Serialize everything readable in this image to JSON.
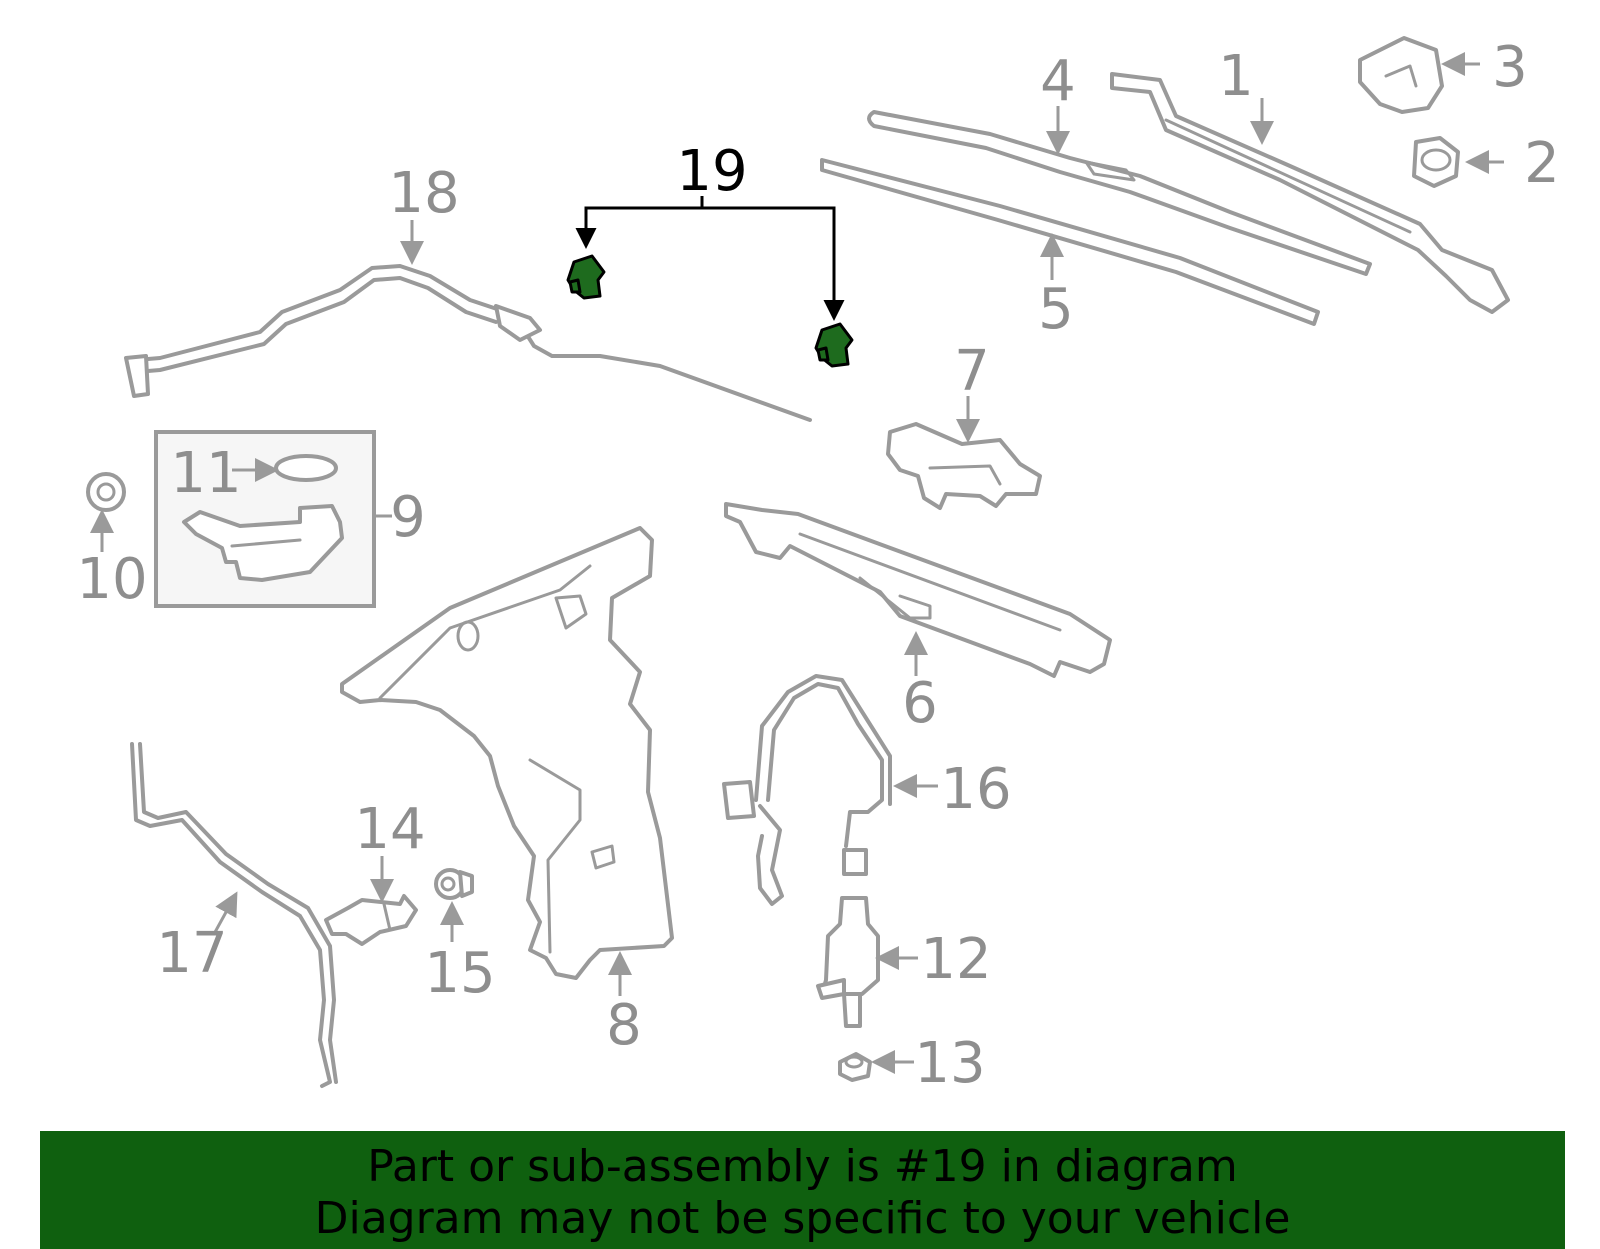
{
  "callouts": {
    "c1": "1",
    "c2": "2",
    "c3": "3",
    "c4": "4",
    "c5": "5",
    "c6": "6",
    "c7": "7",
    "c8": "8",
    "c9": "9",
    "c10": "10",
    "c11": "11",
    "c12": "12",
    "c13": "13",
    "c14": "14",
    "c15": "15",
    "c16": "16",
    "c17": "17",
    "c18": "18",
    "c19": "19"
  },
  "highlighted_part": "19",
  "colors": {
    "highlight": "#1e6b1e",
    "banner_bg": "#0f600f",
    "line_art": "#9a9a9a"
  },
  "banner": {
    "line1": "Part or sub-assembly is #19 in diagram",
    "line2": "Diagram may not be specific to your vehicle"
  }
}
